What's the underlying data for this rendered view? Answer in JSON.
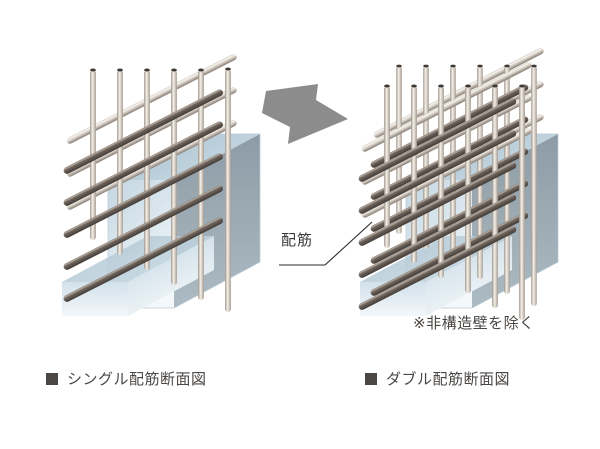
{
  "background": "#ffffff",
  "figure": {
    "title_hidden": "",
    "callout": {
      "label": "配筋",
      "description": "rebar arrangement leader label pointing at right diagram"
    },
    "note": {
      "text": "※非構造壁を除く"
    },
    "arrow": {
      "name": "transition-arrow",
      "color": "#8c8c8c",
      "direction": "right-down"
    },
    "captions": [
      {
        "bullet_color": "#4b4744",
        "label": "シングル配筋断面図"
      },
      {
        "bullet_color": "#4b4744",
        "label": "ダブル配筋断面図"
      }
    ],
    "diagrams": [
      {
        "name": "single-rebar-wall",
        "layers": 1,
        "vertical_bars": 6,
        "horizontal_bars": 8,
        "wall_color_front": "#cfdde6",
        "wall_color_top": "#aec4d1",
        "wall_color_side": "#8c9ba5",
        "rebar_dark": "#6b615a",
        "rebar_light": "#d9d2c9"
      },
      {
        "name": "double-rebar-wall",
        "layers": 2,
        "vertical_bars": 12,
        "horizontal_bars": 16,
        "wall_color_front": "#cfdde6",
        "wall_color_top": "#aec4d1",
        "wall_color_side": "#8c9ba5",
        "rebar_dark": "#6b615a",
        "rebar_light": "#d9d2c9"
      }
    ]
  },
  "colors": {
    "text": "#4b4744",
    "callout_text": "#3d3a38",
    "leader_line": "#2e2b29",
    "arrow": "#8c8c8c",
    "concrete_front": "#cfdde6",
    "concrete_top": "#aec4d1",
    "concrete_side": "#8c9ba5",
    "rebar_dark_top": "#8b8179",
    "rebar_dark_body": "#5f564f",
    "rebar_light_top": "#f2efe9",
    "rebar_light_body": "#bdb4aa",
    "rebar_cap": "#3f3a36"
  }
}
